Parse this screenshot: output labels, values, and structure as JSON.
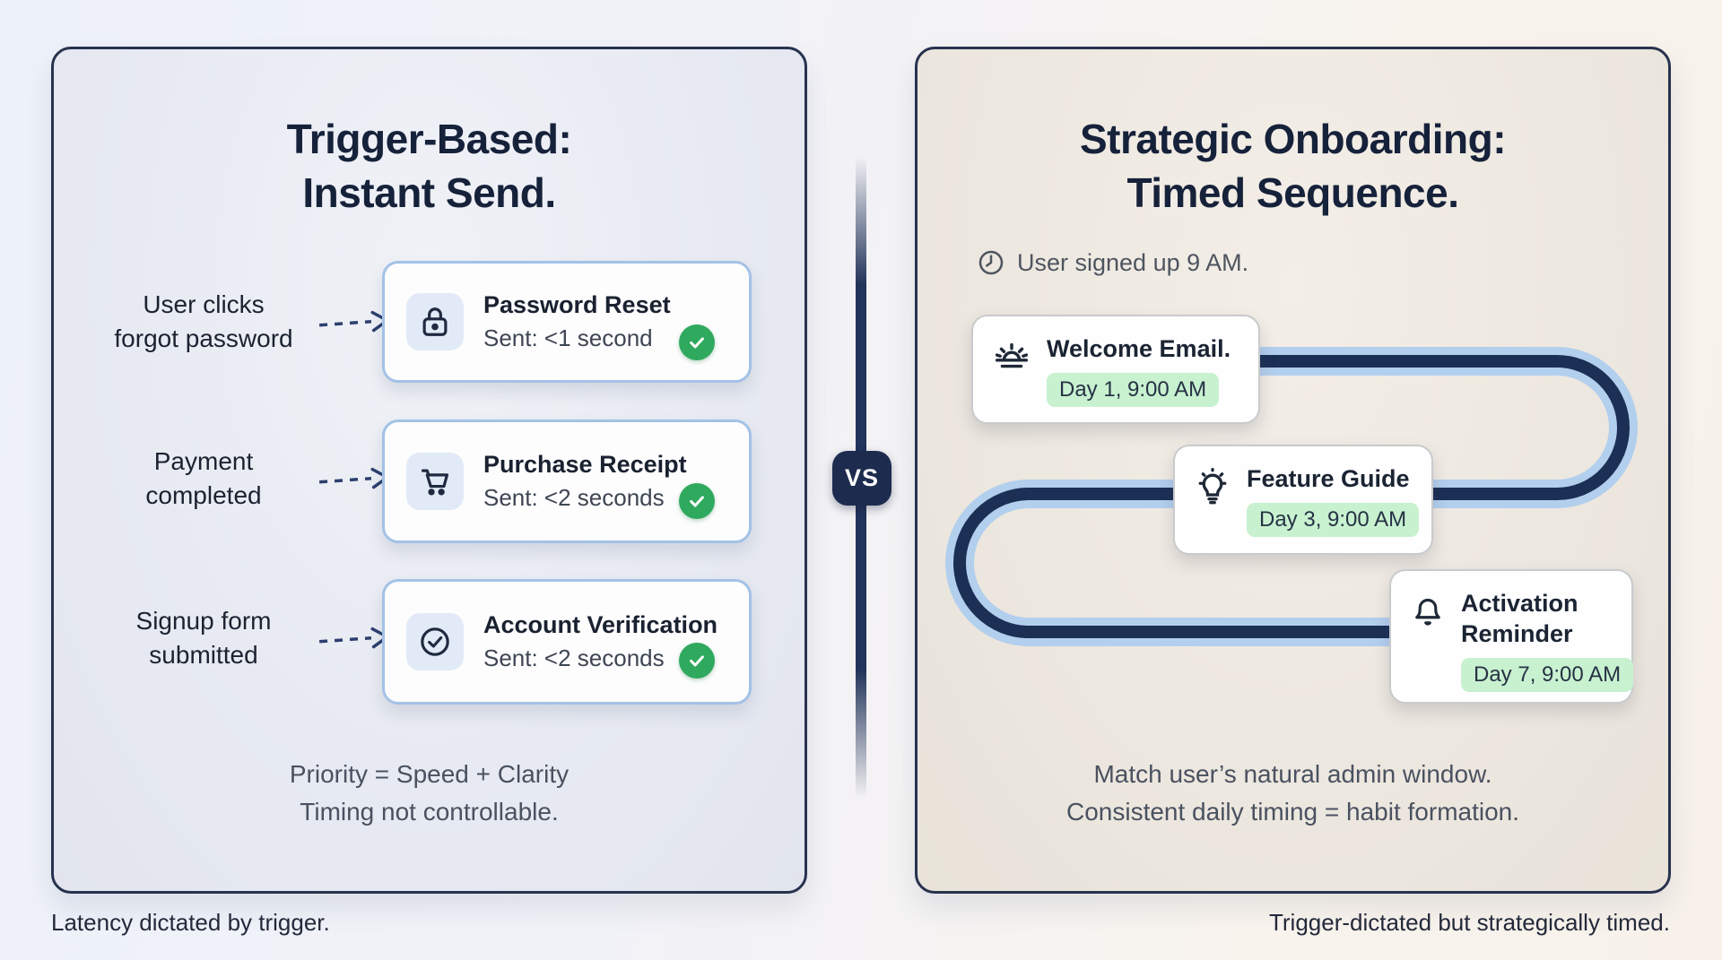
{
  "left_panel": {
    "title_line1": "Trigger-Based:",
    "title_line2": "Instant Send.",
    "rows": [
      {
        "trigger_line1": "User clicks",
        "trigger_line2": "forgot password",
        "title": "Password Reset",
        "sent": "Sent: <1 second",
        "icon": "lock-icon"
      },
      {
        "trigger_line1": "Payment",
        "trigger_line2": "completed",
        "title": "Purchase Receipt",
        "sent": "Sent: <2 seconds",
        "icon": "cart-icon"
      },
      {
        "trigger_line1": "Signup form",
        "trigger_line2": "submitted",
        "title": "Account Verification",
        "sent": "Sent: <2 seconds",
        "icon": "check-circle-icon"
      }
    ],
    "footnote_line1": "Priority = Speed + Clarity",
    "footnote_line2": "Timing not controllable.",
    "caption": "Latency dictated by trigger."
  },
  "vs_label": "VS",
  "right_panel": {
    "title_line1": "Strategic Onboarding:",
    "title_line2": "Timed Sequence.",
    "signup_note": "User signed up 9 AM.",
    "steps": [
      {
        "title": "Welcome Email.",
        "badge": "Day 1, 9:00 AM",
        "icon": "sunrise-icon"
      },
      {
        "title": "Feature Guide",
        "badge": "Day 3, 9:00 AM",
        "icon": "lightbulb-icon"
      },
      {
        "title": "Activation Reminder",
        "badge": "Day 7, 9:00 AM",
        "icon": "bell-icon"
      }
    ],
    "footnote_line1": "Match user’s natural admin window.",
    "footnote_line2": "Consistent daily timing = habit formation.",
    "caption": "Trigger-dictated but strategically timed."
  },
  "colors": {
    "accent_navy": "#1d2b4e",
    "path_light_blue": "#b3cfee",
    "path_dark_navy": "#1c2f55",
    "success_green": "#2fa95e",
    "pill_green": "#c8f1d0"
  }
}
